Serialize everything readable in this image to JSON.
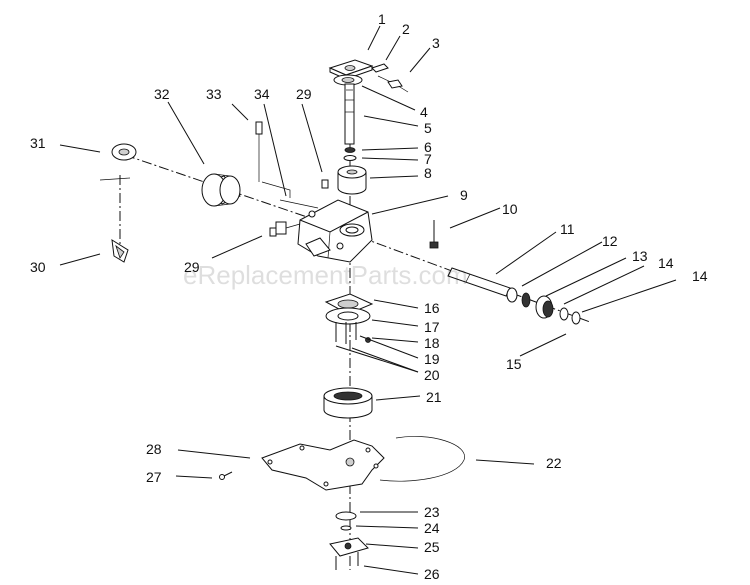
{
  "diagram": {
    "watermark": "eReplacementParts.com",
    "callouts": [
      {
        "id": "c1",
        "label": "1"
      },
      {
        "id": "c2",
        "label": "2"
      },
      {
        "id": "c3",
        "label": "3"
      },
      {
        "id": "c4",
        "label": "4"
      },
      {
        "id": "c5",
        "label": "5"
      },
      {
        "id": "c6",
        "label": "6"
      },
      {
        "id": "c7",
        "label": "7"
      },
      {
        "id": "c8",
        "label": "8"
      },
      {
        "id": "c9",
        "label": "9"
      },
      {
        "id": "c10",
        "label": "10"
      },
      {
        "id": "c11",
        "label": "11"
      },
      {
        "id": "c12",
        "label": "12"
      },
      {
        "id": "c13",
        "label": "13"
      },
      {
        "id": "c14a",
        "label": "14"
      },
      {
        "id": "c14b",
        "label": "14"
      },
      {
        "id": "c15",
        "label": "15"
      },
      {
        "id": "c16",
        "label": "16"
      },
      {
        "id": "c17",
        "label": "17"
      },
      {
        "id": "c18",
        "label": "18"
      },
      {
        "id": "c19",
        "label": "19"
      },
      {
        "id": "c20",
        "label": "20"
      },
      {
        "id": "c21",
        "label": "21"
      },
      {
        "id": "c22",
        "label": "22"
      },
      {
        "id": "c23",
        "label": "23"
      },
      {
        "id": "c24",
        "label": "24"
      },
      {
        "id": "c25",
        "label": "25"
      },
      {
        "id": "c26",
        "label": "26"
      },
      {
        "id": "c27",
        "label": "27"
      },
      {
        "id": "c28",
        "label": "28"
      },
      {
        "id": "c29a",
        "label": "29"
      },
      {
        "id": "c29b",
        "label": "29"
      },
      {
        "id": "c30",
        "label": "30"
      },
      {
        "id": "c31",
        "label": "31"
      },
      {
        "id": "c32",
        "label": "32"
      },
      {
        "id": "c33",
        "label": "33"
      },
      {
        "id": "c34",
        "label": "34"
      }
    ]
  }
}
